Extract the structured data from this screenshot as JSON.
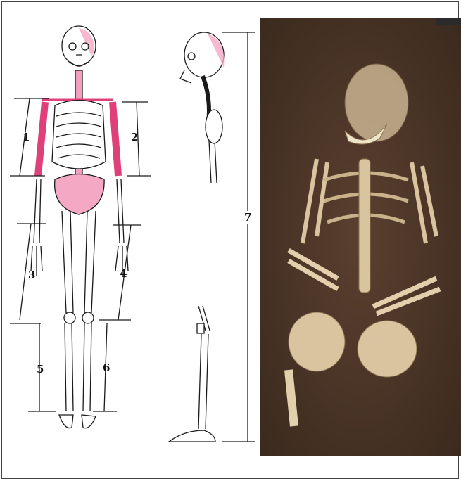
{
  "figure": {
    "panel_left_description_labels": [
      "1",
      "2",
      "3",
      "4",
      "5",
      "6",
      "7"
    ],
    "colors": {
      "bone_stroke": "#1a1a1a",
      "highlight": "#e0407a",
      "soil_dark": "#3b2a1e",
      "soil_mid": "#5a4030",
      "bone_photo": "#d9c4a0"
    }
  }
}
